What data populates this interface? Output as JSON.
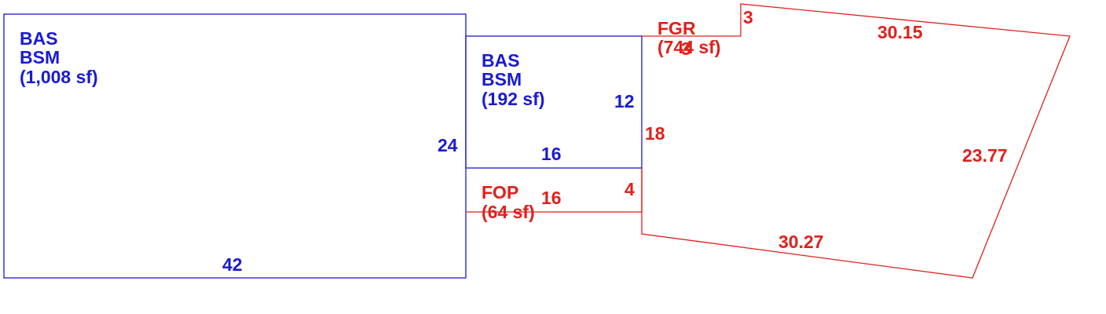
{
  "colors": {
    "bas": "#1a1ad4",
    "addition": "#e0201c"
  },
  "areas": {
    "main": {
      "code1": "BAS",
      "code2": "BSM",
      "area": "(1,008 sf)"
    },
    "rear": {
      "code1": "BAS",
      "code2": "BSM",
      "area": "(192 sf)"
    },
    "porch": {
      "code": "FOP",
      "area": "(64 sf)"
    },
    "garage": {
      "code": "FGR",
      "area": "(744 sf)"
    }
  },
  "dimensions": {
    "main_bottom": "42",
    "main_right": "24",
    "rear_bottom": "16",
    "rear_right": "12",
    "porch_length": "16",
    "porch_depth": "4",
    "garage_left": "18",
    "garage_step": "3",
    "garage_notch": "3",
    "garage_top": "30.15",
    "garage_right": "23.77",
    "garage_bottom": "30.27"
  }
}
